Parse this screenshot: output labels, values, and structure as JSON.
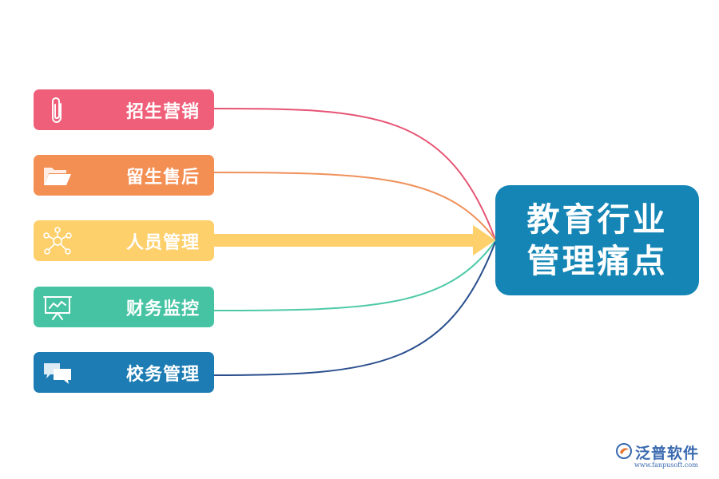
{
  "hub": {
    "line1": "教育行业",
    "line2": "管理痛点",
    "color": "#1485b5"
  },
  "items": [
    {
      "label": "招生营销",
      "icon": "paperclip-icon",
      "color": "#ef5f79"
    },
    {
      "label": "留生售后",
      "icon": "folder-icon",
      "color": "#f48f54"
    },
    {
      "label": "人员管理",
      "icon": "network-icon",
      "color": "#fdd06b"
    },
    {
      "label": "财务监控",
      "icon": "presentation-board-icon",
      "color": "#46c3a3"
    },
    {
      "label": "校务管理",
      "icon": "chat-bubbles-icon",
      "color": "#1c7cb3"
    }
  ],
  "connector_colors": [
    "#e65474",
    "#f0905a",
    "#fdd06b",
    "#4ec9a8",
    "#2a4f8e"
  ],
  "logo": {
    "brand": "泛普软件",
    "url": "www.fanpusoft.com",
    "color": "#3a6ab0"
  }
}
